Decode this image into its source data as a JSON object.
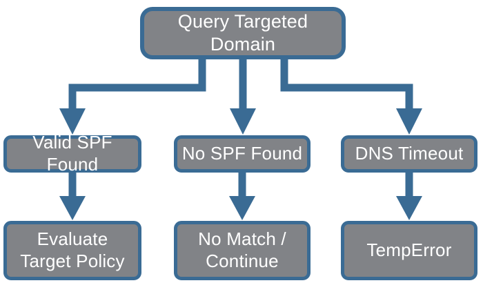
{
  "diagram": {
    "root": {
      "label": "Query Targeted Domain"
    },
    "columns": [
      {
        "condition": "Valid SPF Found",
        "result": "Evaluate\nTarget Policy"
      },
      {
        "condition": "No SPF Found",
        "result": "No Match /\nContinue"
      },
      {
        "condition": "DNS Timeout",
        "result": "TempError"
      }
    ]
  },
  "colors": {
    "background": "#ffffff",
    "node_fill": "#818387",
    "node_border": "#3a6b94",
    "arrow": "#3a6b94",
    "text": "#ffffff"
  }
}
